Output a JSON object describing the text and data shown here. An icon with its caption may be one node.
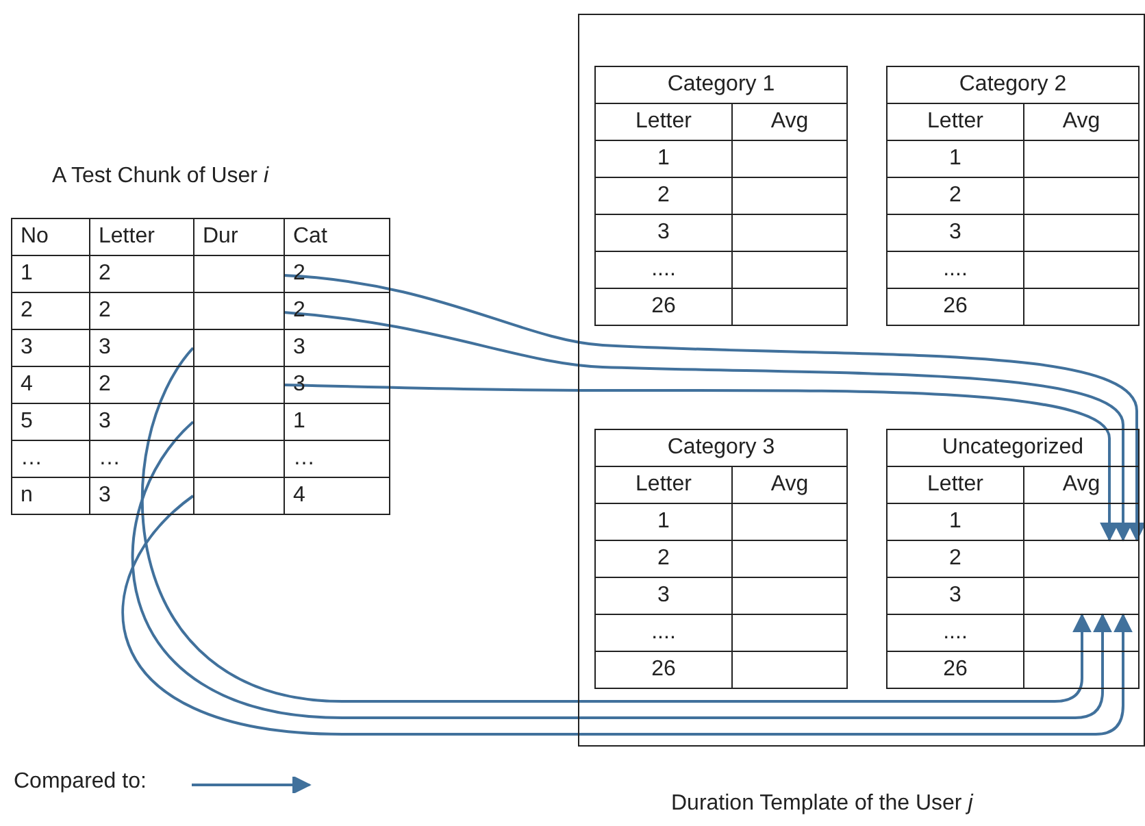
{
  "diagram": {
    "nodes": [
      {
        "text": [
          "A Test Chunk of User *i*"
        ]
      },
      {
        "text": [],
        "shape": "box",
        "in": 0
      },
      {
        "text": [],
        "shape": "box",
        "in": 0
      },
      {
        "text": [],
        "shape": "box",
        "in": 0
      },
      {
        "text": [],
        "shape": "box",
        "in": 0
      },
      {
        "text": [],
        "shape": "box",
        "in": 0
      },
      {
        "text": [],
        "shape": "box",
        "in": 0
      },
      {
        "text": [
          "Duration Template of the User *j*"
        ]
      },
      {
        "text": [
          "Category 1"
        ],
        "in": 7
      },
      {
        "text": [
          "Category 2"
        ],
        "in": 7
      },
      {
        "text": [
          "Category 3"
        ],
        "in": 7
      },
      {
        "text": [
          "Uncategorized"
        ],
        "in": 7
      },
      {
        "text": [],
        "shape": "box",
        "in": 11
      },
      {
        "text": [],
        "shape": "box",
        "in": 11
      }
    ],
    "edges": [
      {
        "from": 1,
        "to": 12,
        "arrow": "to"
      },
      {
        "from": 2,
        "to": 12,
        "arrow": "to"
      },
      {
        "from": 3,
        "to": 13,
        "arrow": "to"
      },
      {
        "from": 4,
        "to": 12,
        "arrow": "to"
      },
      {
        "from": 5,
        "to": 13,
        "arrow": "to"
      },
      {
        "from": 6,
        "to": 13,
        "arrow": "to"
      }
    ],
    "labels": [
      "No",
      "Letter",
      "Dur",
      "Cat",
      "1",
      "2",
      "2",
      "2",
      "2",
      "2",
      "3",
      "3",
      "3",
      "4",
      "2",
      "3",
      "5",
      "3",
      "1",
      "…",
      "…",
      "…",
      "n",
      "3",
      "4",
      "Letter",
      "Avg",
      "1",
      "2",
      "3",
      "....",
      "26",
      "Letter",
      "Avg",
      "1",
      "2",
      "3",
      "....",
      "26",
      "Letter",
      "Avg",
      "1",
      "2",
      "3",
      "....",
      "26",
      "Letter",
      "Avg",
      "1",
      "2",
      "3",
      "....",
      "26"
    ],
    "legend": [
      {
        "text": "Compared to:"
      }
    ]
  }
}
